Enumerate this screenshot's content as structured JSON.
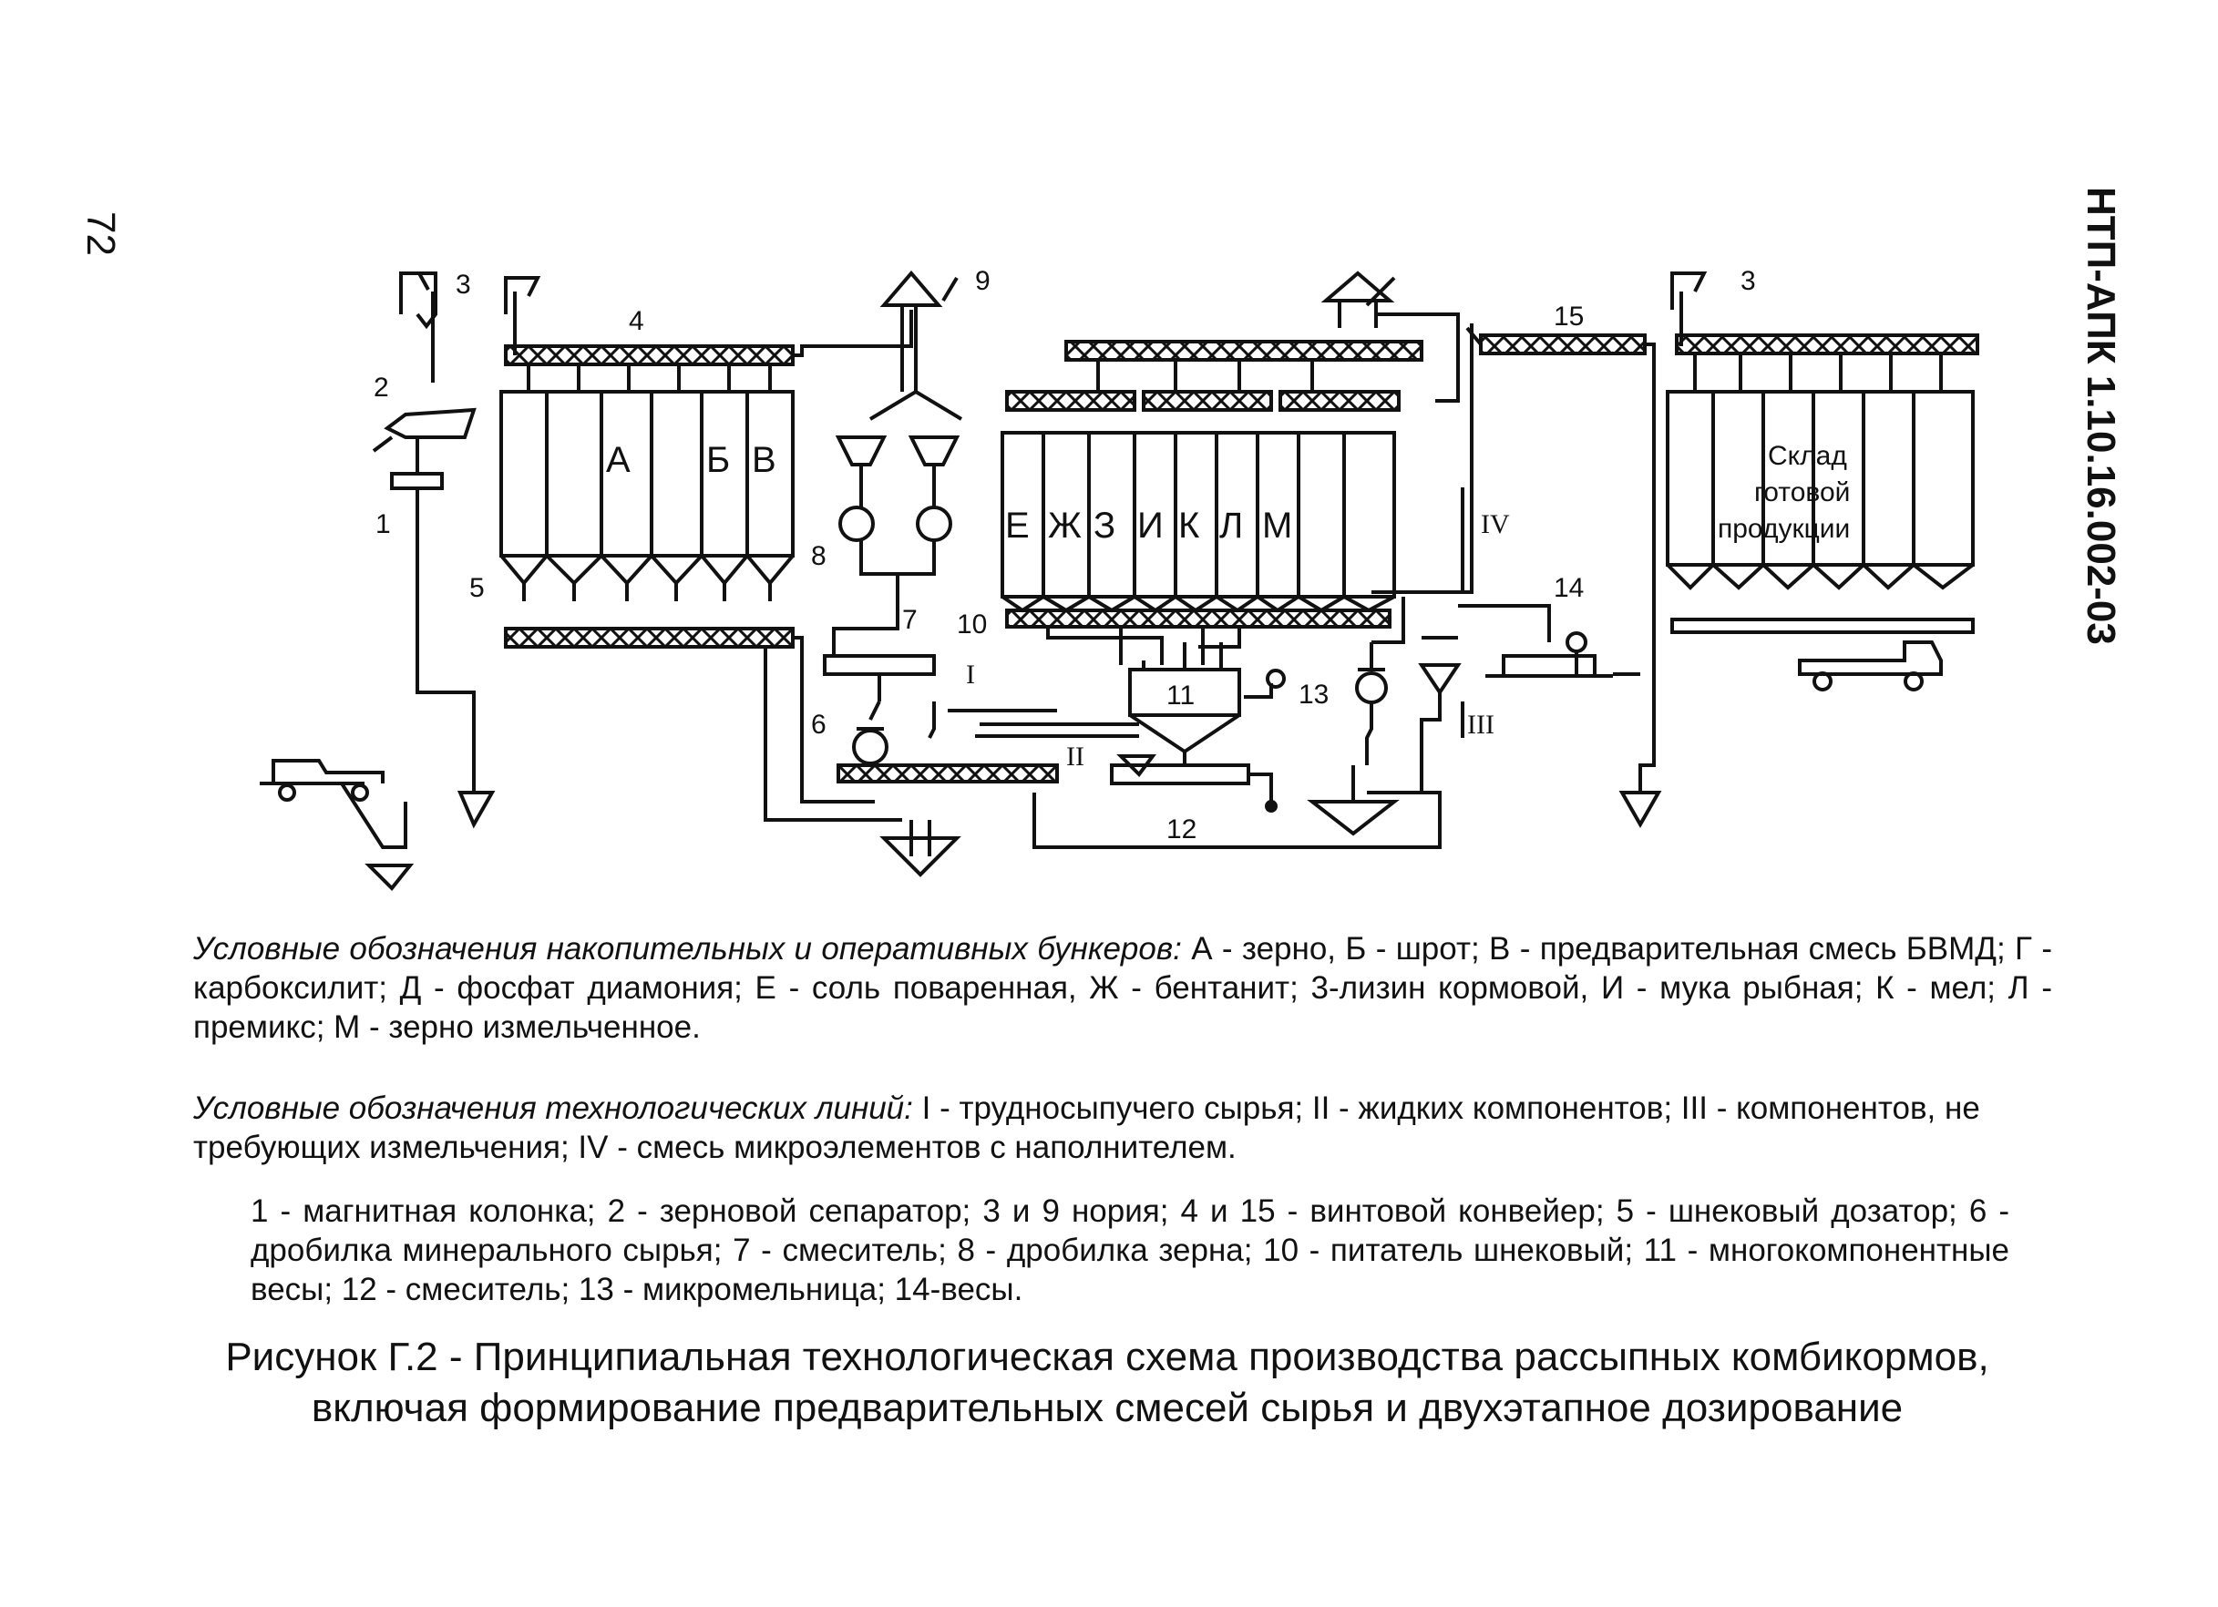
{
  "page_number": "72",
  "document_code": "НТП-АПК 1.10.16.002-03",
  "diagram": {
    "numbers": {
      "n1": "1",
      "n2": "2",
      "n3a": "3",
      "n3b": "3",
      "n4": "4",
      "n5": "5",
      "n6": "6",
      "n7": "7",
      "n8": "8",
      "n9": "9",
      "n10": "10",
      "n11": "11",
      "n12": "12",
      "n13": "13",
      "n14": "14",
      "n15": "15"
    },
    "bins_left": [
      "А",
      "Б",
      "В"
    ],
    "bins_middle": [
      "Е",
      "Ж",
      "З",
      "И",
      "К",
      "Л",
      "М"
    ],
    "warehouse_lines": [
      "Склад",
      "готовой",
      "продукции"
    ],
    "lines": {
      "I": "I",
      "II": "II",
      "III": "III",
      "IV": "IV"
    }
  },
  "legend_bins": {
    "heading": "Условные обозначения накопительных и оперативных бункеров:",
    "text": " А - зерно, Б - шрот; В - предварительная смесь БВМД; Г - карбоксилит; Д - фосфат диамония; Е - соль поваренная, Ж - бентанит; 3-лизин кормовой, И - мука рыбная; К - мел; Л - премикс; М - зерно измельченное."
  },
  "legend_lines": {
    "heading": "Условные обозначения технологических линий:",
    "text": " I - трудносыпучего сырья; II - жидких компонентов; III - компонентов, не требующих измельчения; IV - смесь микроэлементов с наполнителем."
  },
  "legend_equipment": "1 - магнитная колонка; 2 - зерновой сепаратор; 3 и 9 нория; 4 и 15 - винтовой конвейер; 5 - шнековый дозатор; 6 - дробилка минерального сырья; 7 - смеситель; 8 - дробилка зерна; 10 - питатель шнековый; 11 - многокомпонентные весы; 12 - смеситель; 13 - микромельница; 14-весы.",
  "caption": {
    "line1": "Рисунок Г.2 - Принципиальная технологическая схема производства рассыпных комбикормов,",
    "line2": "включая формирование предварительных смесей сырья и двухэтапное дозирование"
  }
}
